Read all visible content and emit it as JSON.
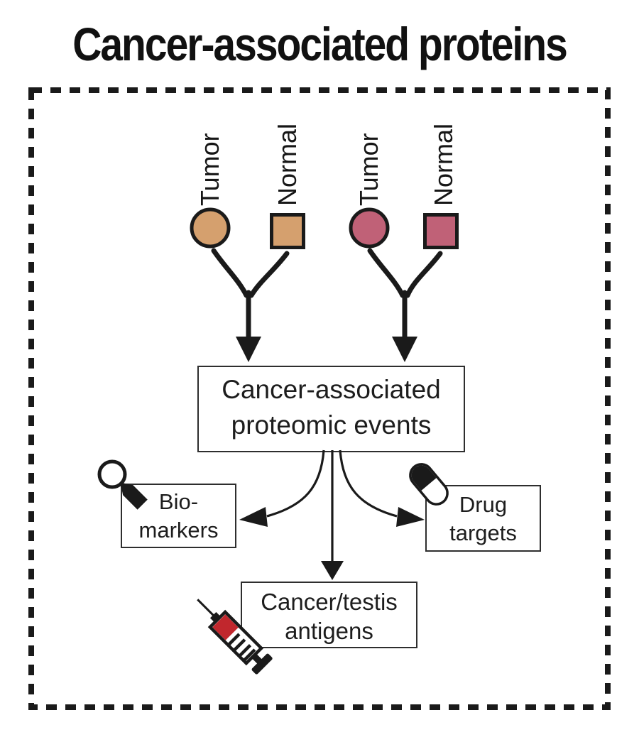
{
  "title": "Cancer-associated proteins",
  "sample_groups": [
    {
      "tumor_label": "Tumor",
      "normal_label": "Normal",
      "color": "#d5a06e"
    },
    {
      "tumor_label": "Tumor",
      "normal_label": "Normal",
      "color": "#c06177"
    }
  ],
  "process_box": {
    "line1": "Cancer-associated",
    "line2": "proteomic events"
  },
  "output_boxes": {
    "biomarkers": {
      "line1": "Bio-",
      "line2": "markers",
      "icon": "magnifying-glass-icon"
    },
    "drug_targets": {
      "line1": "Drug",
      "line2": "targets",
      "icon": "capsule-icon"
    },
    "cancer_testis": {
      "line1": "Cancer/testis",
      "line2": "antigens",
      "icon": "syringe-icon"
    }
  },
  "colors": {
    "outline": "#1a1a1a",
    "syringe_red": "#c1272d",
    "tumor_normal_pair1": "#d5a06e",
    "tumor_normal_pair2": "#c06177"
  }
}
